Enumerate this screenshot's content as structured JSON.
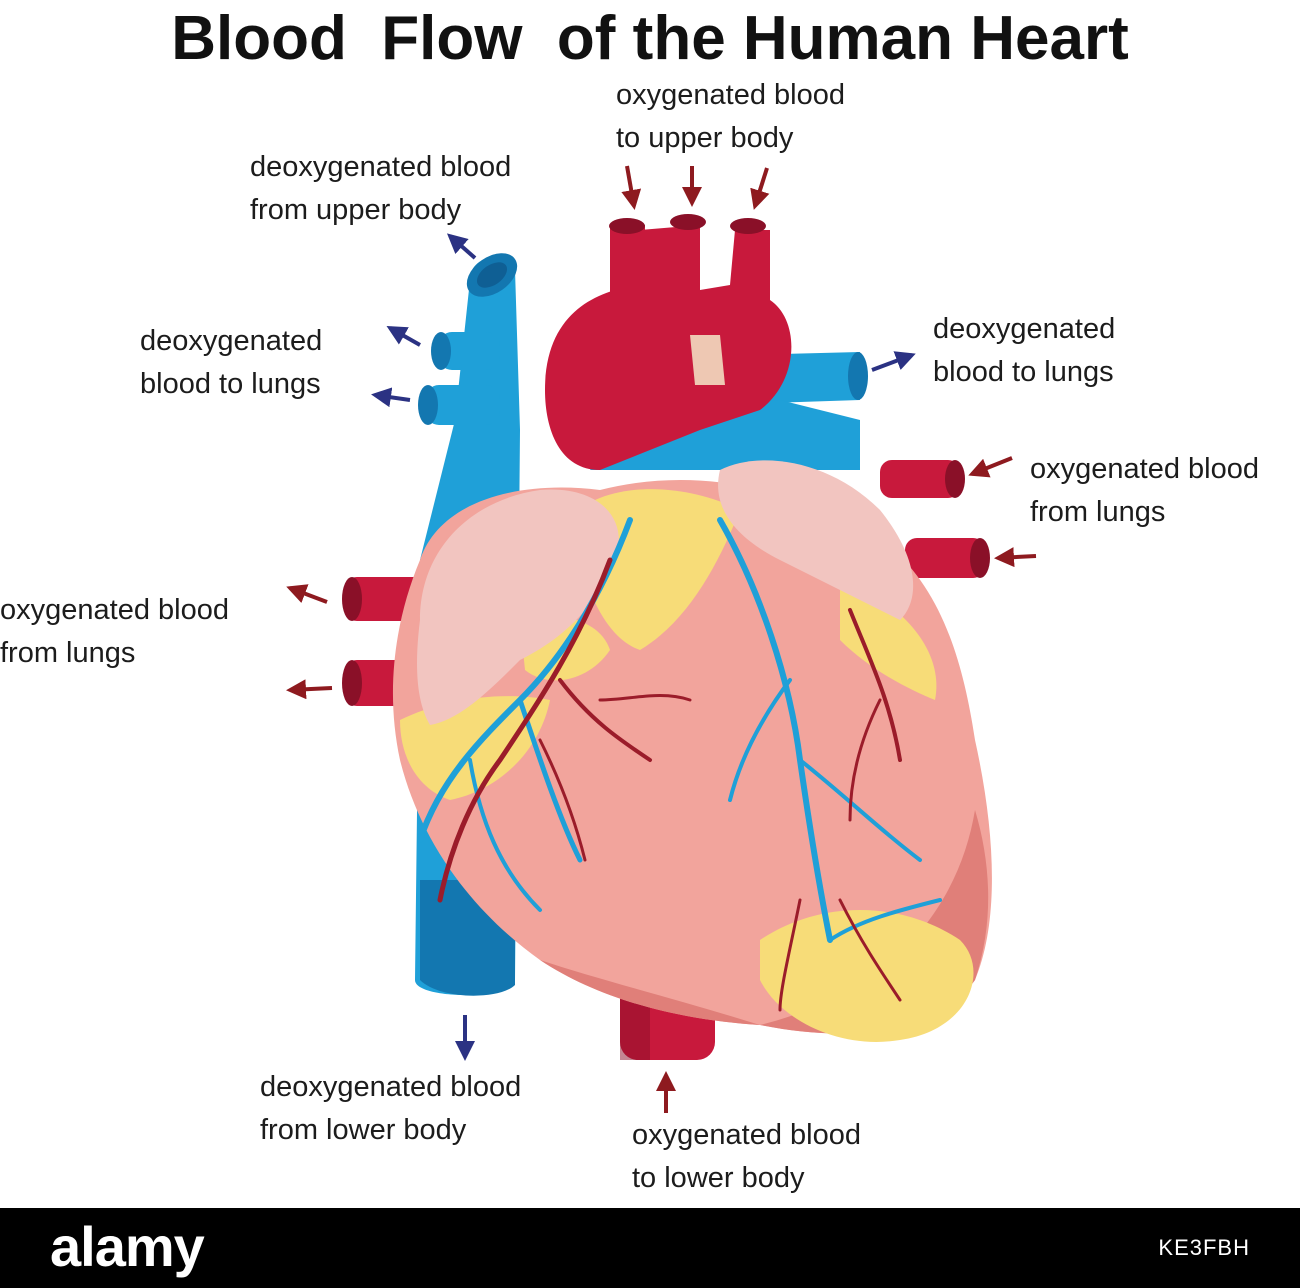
{
  "title": "Blood  Flow  of the Human Heart",
  "labels": {
    "upper_aorta": [
      "oxygenated blood",
      "to upper body"
    ],
    "svc": [
      "deoxygenated blood",
      "from upper body"
    ],
    "left_pulmonary": [
      "deoxygenated",
      "blood to lungs"
    ],
    "right_pulmonary": [
      "deoxygenated",
      "blood to lungs"
    ],
    "right_pulmonary_veins": [
      "oxygenated blood",
      "from lungs"
    ],
    "left_pulmonary_veins": [
      "oxygenated blood",
      "from lungs"
    ],
    "ivc": [
      "deoxygenated blood",
      "from lower body"
    ],
    "descending_aorta": [
      "oxygenated blood",
      "to lower body"
    ]
  },
  "colors": {
    "artery": "#c8193c",
    "artery_dark": "#8a1028",
    "vein": "#1fa0d8",
    "vein_dark": "#1377b0",
    "heart": "#f2a49c",
    "heart_dark": "#e07f79",
    "auricle": "#f2c5c0",
    "fat": "#f7dc78",
    "arrow_blue": "#2b3283",
    "arrow_red": "#8e1a1f"
  },
  "footer": {
    "brand": "alamy",
    "stock_id": "KE3FBH"
  }
}
